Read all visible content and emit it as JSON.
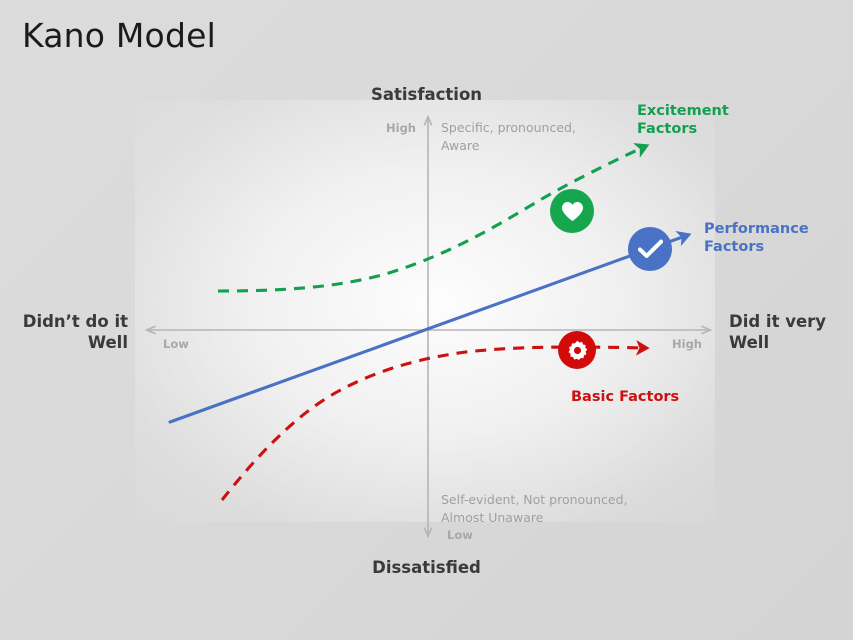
{
  "slide": {
    "title": "Kano Model",
    "background_color": "#d8d8d8"
  },
  "axes": {
    "y_top_caption": "Satisfaction",
    "y_bottom_caption": "Dissatisfied",
    "x_left_caption": "Didn’t do it\nWell",
    "x_left_caption_line1": "Didn’t do it",
    "x_left_caption_line2": "Well",
    "x_right_caption_line1": "Did it very",
    "x_right_caption_line2": "Well",
    "y_high_label": "High",
    "y_low_label": "Low",
    "x_low_label": "Low",
    "x_high_label": "High",
    "axis_color": "#b5b5b5"
  },
  "notes": {
    "top_line1": "Specific, pronounced,",
    "top_line2": "Aware",
    "bottom_line1": "Self-evident, Not pronounced,",
    "bottom_line2": "Almost Unaware",
    "color": "#a0a0a0"
  },
  "curves": {
    "excitement": {
      "label_line1": "Excitement",
      "label_line2": "Factors",
      "color": "#12a050",
      "style": "dashed",
      "icon": "heart-icon",
      "icon_background": "#16a74e"
    },
    "performance": {
      "label_line1": "Performance",
      "label_line2": "Factors",
      "color": "#4a72c4",
      "style": "solid",
      "icon": "check-icon",
      "icon_background": "#4a72c4"
    },
    "basic": {
      "label": "Basic Factors",
      "color": "#cc1111",
      "style": "dashed",
      "icon": "gear-icon",
      "icon_background": "#d20a0a"
    }
  },
  "chart_data": {
    "type": "line",
    "title": "Kano Model",
    "xlabel": "Didn’t do it Well → Did it very Well",
    "ylabel": "Dissatisfied → Satisfaction",
    "xlim": [
      0,
      100
    ],
    "ylim": [
      -100,
      100
    ],
    "grid": false,
    "legend_position": "inline-annotations",
    "xtick_labels": [
      "Low",
      "High"
    ],
    "ytick_labels": [
      "Low",
      "High"
    ],
    "series": [
      {
        "name": "Excitement Factors",
        "color": "#12a050",
        "style": "dashed",
        "points": [
          [
            14,
            13
          ],
          [
            26,
            12
          ],
          [
            38,
            13
          ],
          [
            50,
            18
          ],
          [
            62,
            30
          ],
          [
            74,
            48
          ],
          [
            86,
            68
          ],
          [
            92,
            80
          ]
        ]
      },
      {
        "name": "Performance Factors",
        "color": "#4a72c4",
        "style": "solid",
        "points": [
          [
            6,
            -44
          ],
          [
            50,
            0
          ],
          [
            95,
            45
          ]
        ]
      },
      {
        "name": "Basic Factors",
        "color": "#cc1111",
        "style": "dashed",
        "points": [
          [
            15,
            -82
          ],
          [
            24,
            -62
          ],
          [
            34,
            -42
          ],
          [
            46,
            -28
          ],
          [
            58,
            -20
          ],
          [
            72,
            -17
          ],
          [
            86,
            -16
          ]
        ]
      }
    ]
  }
}
